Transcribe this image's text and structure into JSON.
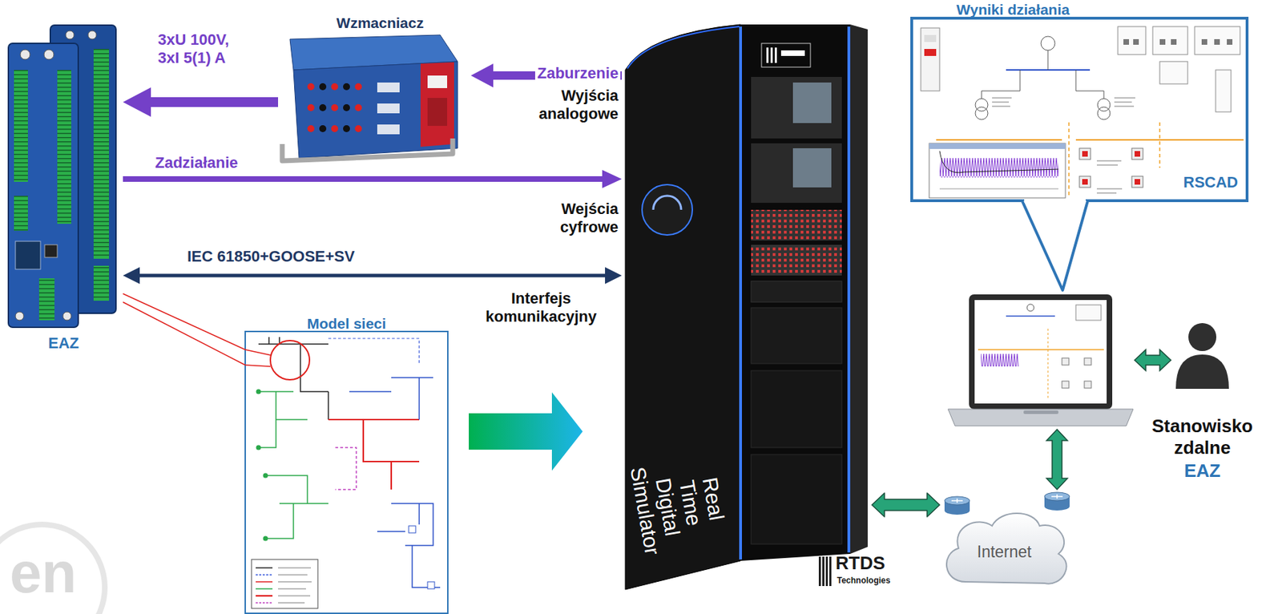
{
  "diagram": {
    "nodes": [
      {
        "text": [
          "EAZ"
        ]
      },
      {
        "text": [
          "Wzmacniacz"
        ]
      },
      {
        "text": [
          "Real Time Digital Simulator"
        ]
      },
      {
        "text": [
          "Model sieci"
        ]
      },
      {
        "text": [
          "Wyniki działania",
          "RSCAD"
        ]
      },
      {
        "text": [
          "Stanowisko zdalne",
          "EAZ"
        ]
      },
      {
        "text": [
          "Internet"
        ]
      }
    ],
    "edges": [
      {
        "from": 1,
        "to": 0,
        "label": "3xU 100V, 3xI 5(1) A",
        "arrow": "to"
      },
      {
        "from": 2,
        "to": 1,
        "label": "Zaburzenie",
        "arrow": "to"
      },
      {
        "from": 0,
        "to": 2,
        "label": "Zadziałanie",
        "arrow": "to"
      },
      {
        "from": 0,
        "to": 2,
        "label": "IEC 61850+GOOSE+SV",
        "arrow": "both"
      },
      {
        "from": 3,
        "to": 2,
        "arrow": "to"
      },
      {
        "from": 2,
        "to": 6,
        "arrow": "both"
      },
      {
        "from": 0,
        "to": 3,
        "arrow": "none"
      },
      {
        "from": 0,
        "to": 3,
        "arrow": "none"
      }
    ],
    "labels": [
      "Wyjścia analogowe",
      "Wejścia cyfrowe",
      "Interfejs komunikacyjny",
      "RTDS",
      "Technologies",
      "en"
    ]
  }
}
